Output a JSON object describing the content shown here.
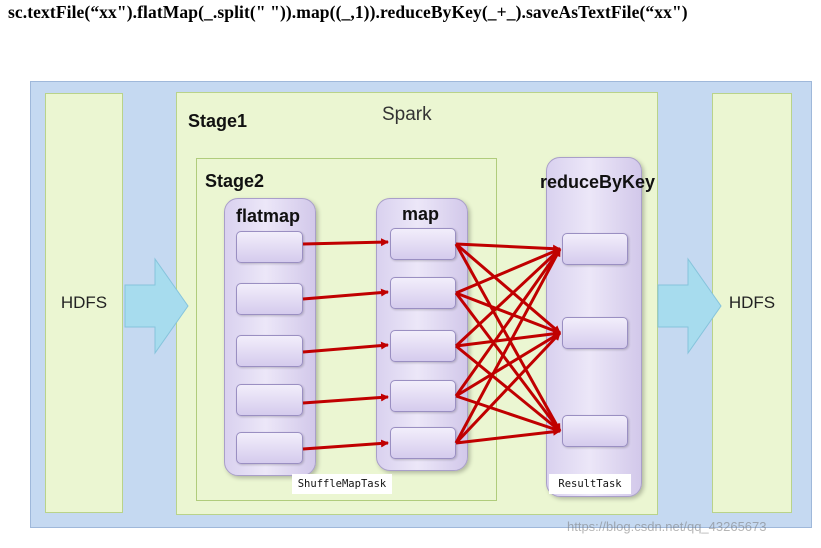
{
  "code_line": "sc.textFile(“xx\").flatMap(_.split(\" \")).map((_,1)).reduceByKey(_+_).saveAsTextFile(“xx\")",
  "storage": {
    "left_label": "HDFS",
    "right_label": "HDFS"
  },
  "spark": {
    "label": "Spark"
  },
  "stage1": {
    "label": "Stage1"
  },
  "stage2": {
    "label": "Stage2"
  },
  "flatmap": {
    "label": "flatmap",
    "task_count": 5
  },
  "map": {
    "label": "map",
    "task_count": 5
  },
  "reduce": {
    "label": "reduceByKey",
    "task_count": 3
  },
  "tags": {
    "shuffle": "ShuffleMapTask",
    "result": "ResultTask"
  },
  "watermark": "https://blog.csdn.net/qq_43265673",
  "colors": {
    "arrow": "#c00000",
    "hdfs_arrow": "#a7dcee"
  }
}
